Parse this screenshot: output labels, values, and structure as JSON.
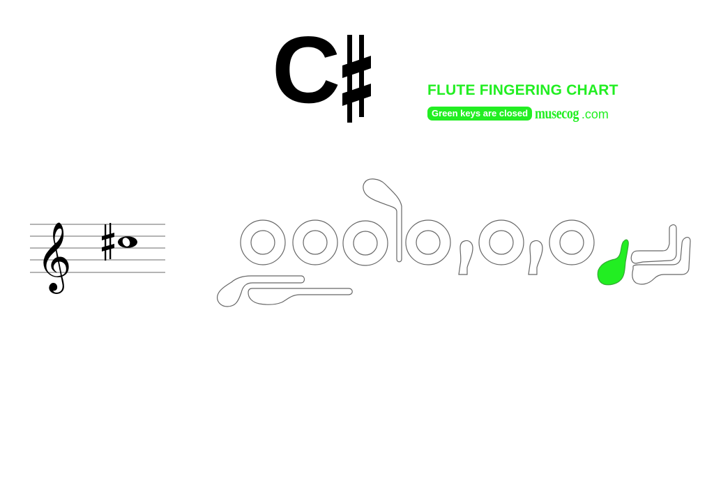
{
  "note": {
    "letter": "C",
    "accidental": "sharp",
    "accidental_glyph": "♯"
  },
  "header": {
    "title": "FLUTE FINGERING CHART",
    "legend_label": "Green keys are closed",
    "brand_name": "musecog",
    "brand_tld": ".com"
  },
  "colors": {
    "closed_key": "#22ee22",
    "open_key_stroke": "#666666",
    "text": "#000000",
    "accent": "#22ee22"
  },
  "staff": {
    "clef": "treble-clef",
    "note_value": "whole-note",
    "pitch": "C#5",
    "accidental": "sharp"
  },
  "keys": [
    {
      "id": "thumb-key-upper",
      "state": "open"
    },
    {
      "id": "thumb-key-lower",
      "state": "open"
    },
    {
      "id": "left-hand-1",
      "state": "open"
    },
    {
      "id": "left-hand-2",
      "state": "open"
    },
    {
      "id": "left-hand-3",
      "state": "open"
    },
    {
      "id": "g-sharp-lever",
      "state": "open"
    },
    {
      "id": "right-hand-1",
      "state": "open"
    },
    {
      "id": "trill-key-1",
      "state": "open"
    },
    {
      "id": "right-hand-2",
      "state": "open"
    },
    {
      "id": "trill-key-2",
      "state": "open"
    },
    {
      "id": "right-hand-3",
      "state": "open"
    },
    {
      "id": "e-flat-key",
      "state": "closed"
    },
    {
      "id": "c-sharp-roller",
      "state": "open"
    },
    {
      "id": "c-roller",
      "state": "open"
    }
  ]
}
